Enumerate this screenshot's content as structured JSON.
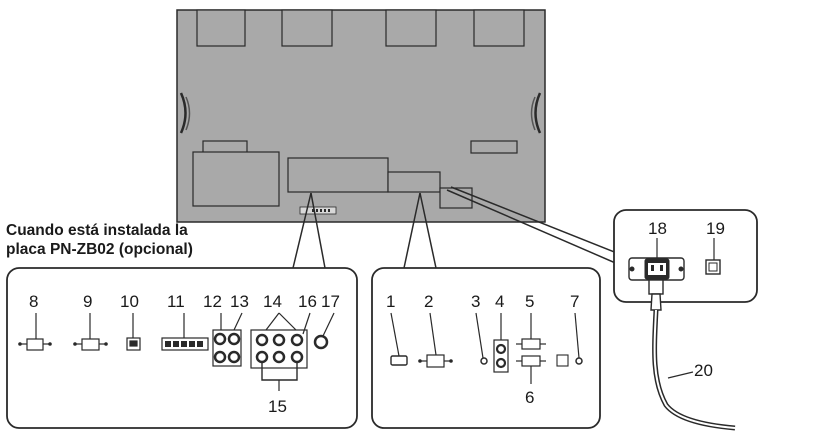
{
  "caption": {
    "line1": "Cuando está instalada la",
    "line2": "placa PN-ZB02 (opcional)"
  },
  "labels": {
    "n1": "1",
    "n2": "2",
    "n3": "3",
    "n4": "4",
    "n5": "5",
    "n6": "6",
    "n7": "7",
    "n8": "8",
    "n9": "9",
    "n10": "10",
    "n11": "11",
    "n12": "12",
    "n13": "13",
    "n14": "14",
    "n15": "15",
    "n16": "16",
    "n17": "17",
    "n18": "18",
    "n19": "19",
    "n20": "20"
  },
  "colors": {
    "monitor_back": "#a9a9a9",
    "outline": "#2a2a2a",
    "panel_border": "#2a2a2a"
  }
}
